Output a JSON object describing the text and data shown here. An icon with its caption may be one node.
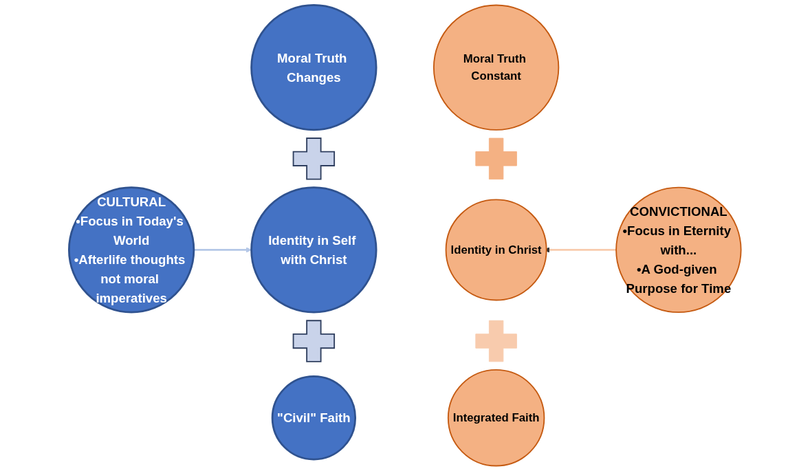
{
  "diagram": {
    "nodes": [
      {
        "text": [
          "Moral Truth Changes"
        ]
      },
      {
        "text": [
          "Moral Truth Constant"
        ]
      },
      {
        "text": [],
        "shape": "cross"
      },
      {
        "text": [],
        "shape": "cross"
      },
      {
        "text": [
          "CULTURAL",
          "•Focus in Today's World",
          "•Afterlife thoughts not moral imperatives"
        ]
      },
      {
        "text": [
          "Identity in Self with Christ"
        ]
      },
      {
        "text": [
          "Identity in Christ"
        ]
      },
      {
        "text": [
          "CONVICTIONAL",
          "•Focus in Eternity with...",
          "•A God-given Purpose for Time"
        ]
      },
      {
        "text": [],
        "shape": "cross"
      },
      {
        "text": [],
        "shape": "cross"
      },
      {
        "text": [
          "\"Civil\" Faith"
        ]
      },
      {
        "text": [
          "Integrated Faith"
        ]
      }
    ],
    "edges": [
      {
        "from": 4,
        "to": 5,
        "arrow": "to",
        "color": "#b4c7e7"
      },
      {
        "from": 7,
        "to": 6,
        "arrow": "to",
        "color": "#f8cbad"
      }
    ]
  }
}
